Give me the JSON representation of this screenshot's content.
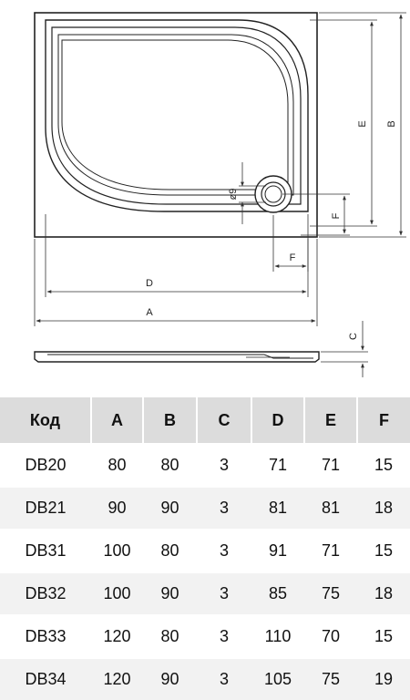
{
  "drawing": {
    "labels": {
      "A": "A",
      "B": "B",
      "C": "C",
      "D": "D",
      "E": "E",
      "F_horizontal": "F",
      "F_vertical": "F",
      "drain_diameter": "ø9"
    }
  },
  "table": {
    "headers": [
      "Код",
      "A",
      "B",
      "C",
      "D",
      "E",
      "F"
    ],
    "rows": [
      [
        "DB20",
        "80",
        "80",
        "3",
        "71",
        "71",
        "15"
      ],
      [
        "DB21",
        "90",
        "90",
        "3",
        "81",
        "81",
        "18"
      ],
      [
        "DB31",
        "100",
        "80",
        "3",
        "91",
        "71",
        "15"
      ],
      [
        "DB32",
        "100",
        "90",
        "3",
        "85",
        "75",
        "18"
      ],
      [
        "DB33",
        "120",
        "80",
        "3",
        "110",
        "70",
        "15"
      ],
      [
        "DB34",
        "120",
        "90",
        "3",
        "105",
        "75",
        "19"
      ]
    ]
  }
}
